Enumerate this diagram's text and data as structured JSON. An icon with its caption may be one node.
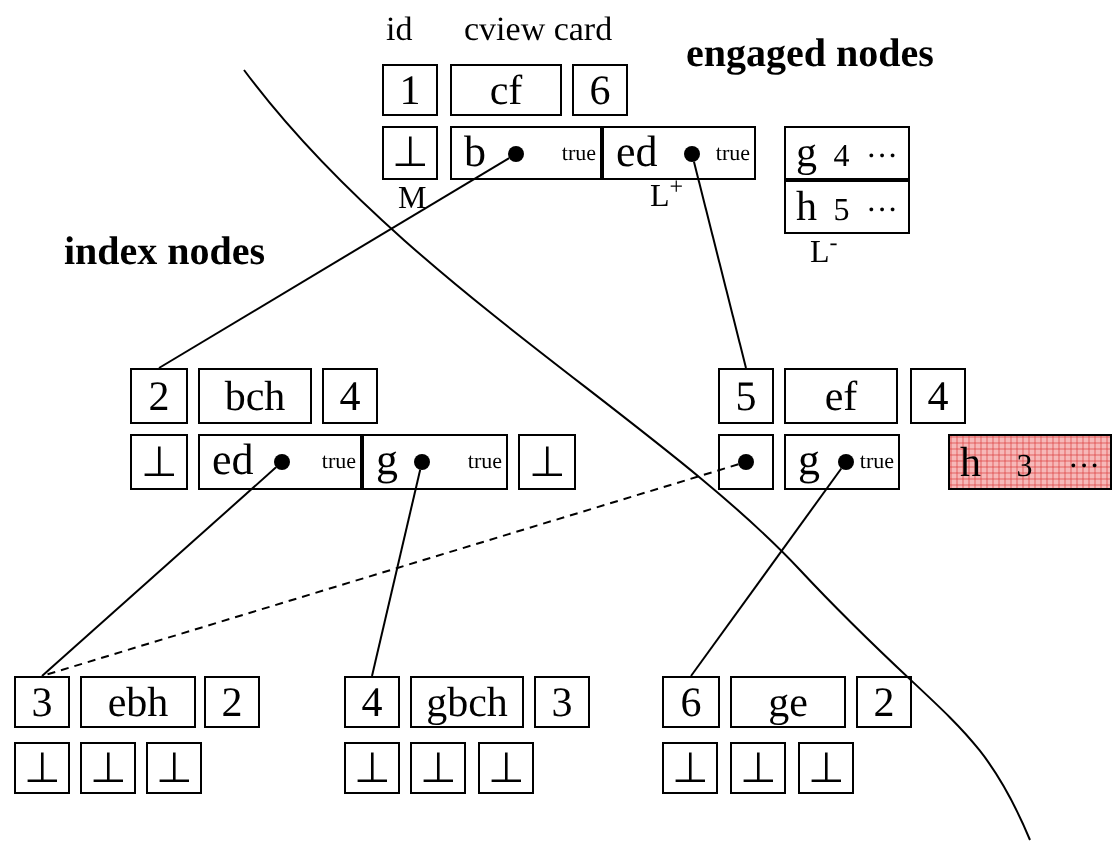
{
  "diagram": {
    "nodes": [
      {
        "text": [
          "1"
        ]
      },
      {
        "text": [
          "cf"
        ]
      },
      {
        "text": [
          "6"
        ]
      },
      {
        "text": [
          "⊥"
        ]
      },
      {
        "text": [
          "b",
          "true"
        ]
      },
      {
        "text": [],
        "shape": "circle",
        "in": 4
      },
      {
        "text": [
          "ed",
          "true"
        ]
      },
      {
        "text": [],
        "shape": "circle",
        "in": 6
      },
      {
        "text": [
          "g",
          "4",
          "···"
        ]
      },
      {
        "text": [
          "h",
          "5",
          "···"
        ]
      },
      {
        "text": [
          "2"
        ]
      },
      {
        "text": [
          "bch"
        ]
      },
      {
        "text": [
          "4"
        ]
      },
      {
        "text": [
          "⊥"
        ]
      },
      {
        "text": [
          "ed",
          "true"
        ]
      },
      {
        "text": [],
        "shape": "circle",
        "in": 14
      },
      {
        "text": [
          "g",
          "true"
        ]
      },
      {
        "text": [],
        "shape": "circle",
        "in": 16
      },
      {
        "text": [
          "⊥"
        ]
      },
      {
        "text": [
          "5"
        ]
      },
      {
        "text": [
          "ef"
        ]
      },
      {
        "text": [
          "4"
        ]
      },
      {
        "text": [],
        "shape": "box"
      },
      {
        "text": [],
        "shape": "circle",
        "in": 22
      },
      {
        "text": [
          "g",
          "true"
        ]
      },
      {
        "text": [],
        "shape": "circle",
        "in": 24
      },
      {
        "text": [
          "h",
          "3",
          "···"
        ]
      },
      {
        "text": [
          "3"
        ]
      },
      {
        "text": [
          "ebh"
        ]
      },
      {
        "text": [
          "2"
        ]
      },
      {
        "text": [
          "⊥"
        ]
      },
      {
        "text": [
          "⊥"
        ]
      },
      {
        "text": [
          "⊥"
        ]
      },
      {
        "text": [
          "4"
        ]
      },
      {
        "text": [
          "gbch"
        ]
      },
      {
        "text": [
          "3"
        ]
      },
      {
        "text": [
          "⊥"
        ]
      },
      {
        "text": [
          "⊥"
        ]
      },
      {
        "text": [
          "⊥"
        ]
      },
      {
        "text": [
          "6"
        ]
      },
      {
        "text": [
          "ge"
        ]
      },
      {
        "text": [
          "2"
        ]
      },
      {
        "text": [
          "⊥"
        ]
      },
      {
        "text": [
          "⊥"
        ]
      },
      {
        "text": [
          "⊥"
        ]
      }
    ],
    "edges": [
      {
        "from": 5,
        "to": 10,
        "arrow": "none"
      },
      {
        "from": 7,
        "to": 19,
        "arrow": "none"
      },
      {
        "from": 15,
        "to": 27,
        "arrow": "none"
      },
      {
        "from": 17,
        "to": 33,
        "arrow": "none"
      },
      {
        "from": 23,
        "to": 27,
        "arrow": "none",
        "style": "dashed"
      },
      {
        "from": 25,
        "to": 39,
        "arrow": "none"
      }
    ],
    "labels": [
      "id",
      "cview card",
      "engaged nodes",
      "index nodes",
      "M",
      "L$^{+}$",
      "L$^{-}$"
    ]
  }
}
